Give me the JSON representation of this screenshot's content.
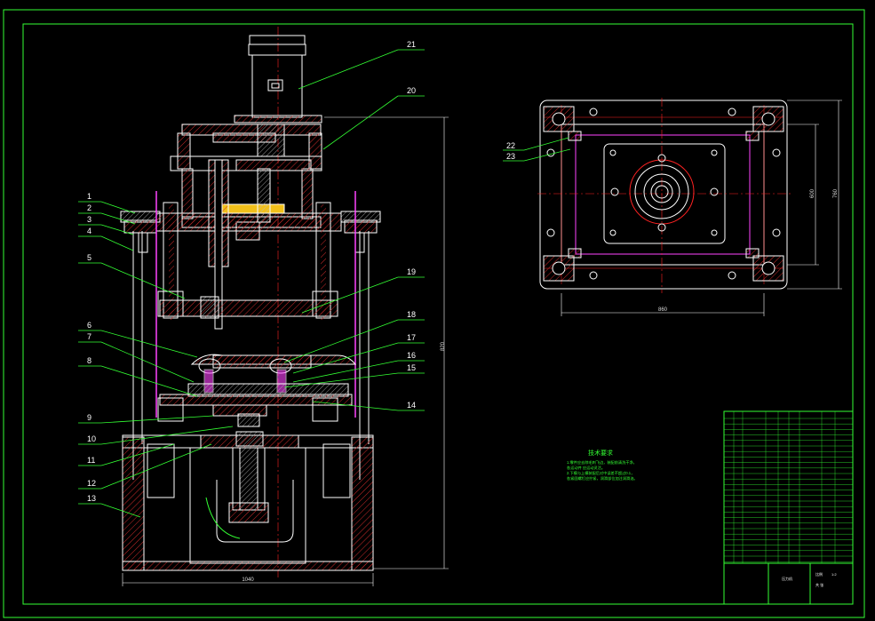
{
  "part_numbers": [
    "1",
    "2",
    "3",
    "4",
    "5",
    "6",
    "7",
    "8",
    "9",
    "10",
    "11",
    "12",
    "13",
    "14",
    "15",
    "16",
    "17",
    "18",
    "19",
    "20",
    "21",
    "22",
    "23"
  ],
  "dimensions": {
    "overall_height": "820",
    "base_width": "1040",
    "plan_width": "860",
    "plan_height_inner": "600",
    "plan_height_outer": "760"
  },
  "tech_requirements": {
    "title": "技术要求",
    "lines": [
      "1.零件应去除毛刺飞边，装配前清洗干净，",
      "各运动件 应运动灵活。",
      "2.下模与上模装配后对中误差不超过0.1，",
      "各紧固螺钉应拧紧，润滑部位加注润滑油。"
    ]
  },
  "title_block": {
    "drawing_name": "压力机",
    "scale_label": "比例",
    "scale_value": "1:2",
    "sheet_label": "共 张"
  },
  "colors": {
    "frame": "#33ff33",
    "outline": "#ffffff",
    "centerline": "#ff2222",
    "hatch": "#ff3333",
    "leader": "#33ff33",
    "bolt": "#ff44ff",
    "dimension": "#ffffff"
  }
}
